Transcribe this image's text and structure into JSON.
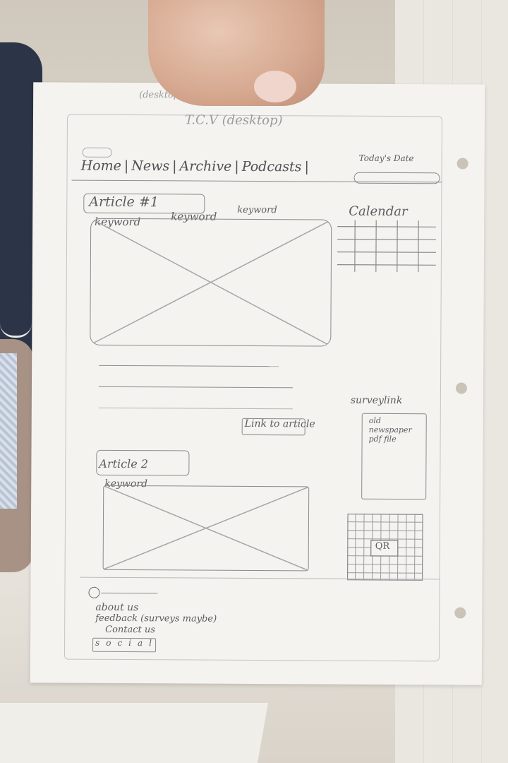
{
  "sketch": {
    "top_label": "(desktop)",
    "site_title": "T.C.V (desktop)",
    "nav": {
      "items": [
        "Home",
        "News",
        "Archive",
        "Podcasts"
      ]
    },
    "date_label": "Today's Date",
    "article1": {
      "title": "Article #1",
      "keywords": [
        "keyword",
        "keyword",
        "keyword"
      ],
      "link_label": "Link to article"
    },
    "calendar_label": "Calendar",
    "survey_link": "surveylink",
    "old_paper_label": "old newspaper pdf file",
    "article2": {
      "title": "Article 2",
      "keyword": "keyword"
    },
    "qr_label": "QR",
    "footer": {
      "about": "about us",
      "feedback": "feedback (surveys maybe)",
      "contact": "Contact us",
      "social": "social"
    }
  }
}
